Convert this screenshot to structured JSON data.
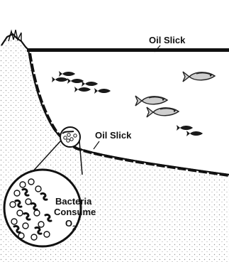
{
  "labels": {
    "surface_slick": "Oil Slick",
    "seabed_slick": "Oil Slick",
    "callout_line1": "Bacteria",
    "callout_line2": "Consume",
    "callout_line3": "O",
    "callout_subscript": "2"
  },
  "icons": [
    "fish-icon",
    "bacteria-icon",
    "magnifier-circle-icon"
  ],
  "colors": {
    "ink": "#111111",
    "background": "#ffffff",
    "shore_stipple": "#9a9a9a"
  }
}
